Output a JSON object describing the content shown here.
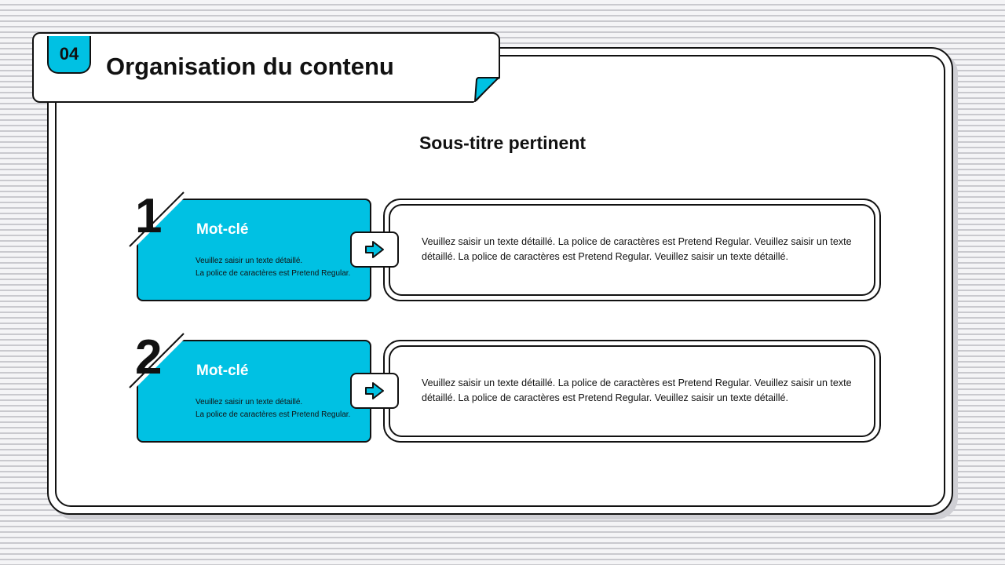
{
  "header": {
    "section_number": "04",
    "title": "Organisation du contenu"
  },
  "subtitle": "Sous-titre pertinent",
  "rows": [
    {
      "number": "1",
      "keyword": "Mot-clé",
      "short_text_line1": "Veuillez saisir un texte détaillé.",
      "short_text_line2": "La police de caractères est Pretend Regular.",
      "detail_text": "Veuillez saisir un texte détaillé. La police de caractères est Pretend Regular. Veuillez saisir un texte détaillé. La police de caractères est Pretend Regular. Veuillez saisir un texte détaillé."
    },
    {
      "number": "2",
      "keyword": "Mot-clé",
      "short_text_line1": "Veuillez saisir un texte détaillé.",
      "short_text_line2": "La police de caractères est Pretend Regular.",
      "detail_text": "Veuillez saisir un texte détaillé. La police de caractères est Pretend Regular. Veuillez saisir un texte détaillé. La police de caractères est Pretend Regular. Veuillez saisir un texte détaillé."
    }
  ],
  "icons": {
    "arrow": "arrow-right-icon"
  },
  "colors": {
    "accent": "#00c1e3",
    "outline": "#111111",
    "background": "#f4f4f6"
  }
}
